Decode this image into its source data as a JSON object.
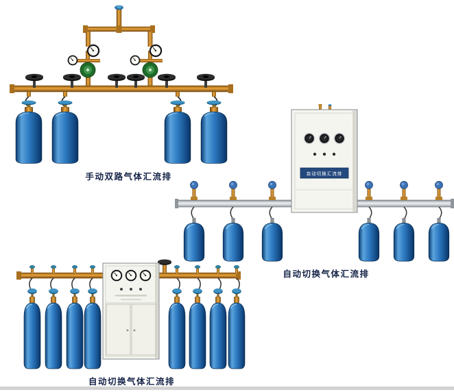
{
  "page": {
    "background": "#ffffff"
  },
  "products": {
    "manual_dual": {
      "caption": "手动双路气体汇流排"
    },
    "auto_cabinet": {
      "caption": "自动切换气体汇流排",
      "plaque_text": "自动切换汇流排"
    },
    "auto_floor": {
      "caption": "自动切换气体汇流排"
    }
  },
  "colors": {
    "caption_text": "#152347",
    "cylinder_blue": "#2e7bc2",
    "brass": "#e8a43c",
    "silver_pipe": "#cfd3d6",
    "cabinet_body": "#f4f4ef",
    "regulator_green": "#1f6b2a",
    "valve_knob_blue": "#3d74b8",
    "bottom_rule": "#d2d2d2"
  }
}
